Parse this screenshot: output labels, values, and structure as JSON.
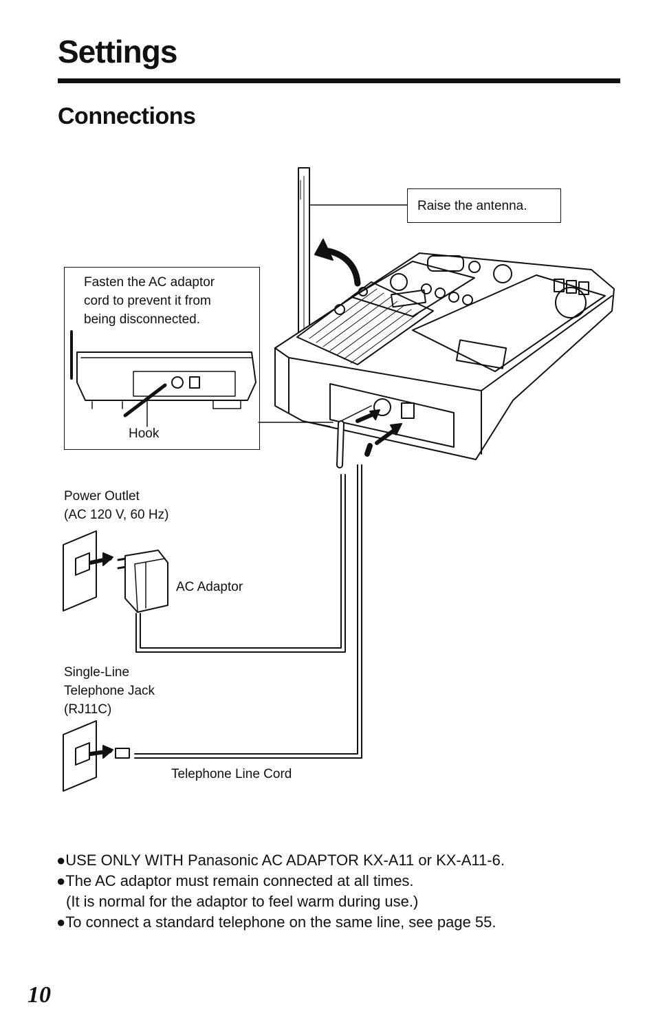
{
  "page": {
    "title": "Settings",
    "section": "Connections",
    "page_number": "10"
  },
  "diagram": {
    "antenna_callout": "Raise the antenna.",
    "fasten_note": [
      "Fasten the AC adaptor",
      "cord to prevent it from",
      "being disconnected."
    ],
    "hook_label": "Hook",
    "power_outlet": [
      "Power Outlet",
      "(AC 120 V, 60 Hz)"
    ],
    "ac_adaptor_label": "AC Adaptor",
    "jack_label": [
      "Single-Line",
      "Telephone Jack",
      "(RJ11C)"
    ],
    "line_cord_label": "Telephone Line Cord"
  },
  "notes": [
    "●USE ONLY WITH Panasonic AC ADAPTOR KX-A11 or KX-A11-6.",
    "●The AC adaptor must remain connected at all times.",
    " (It is normal for the adaptor to feel warm during use.)",
    "●To connect a standard telephone on the same line, see page 55."
  ]
}
